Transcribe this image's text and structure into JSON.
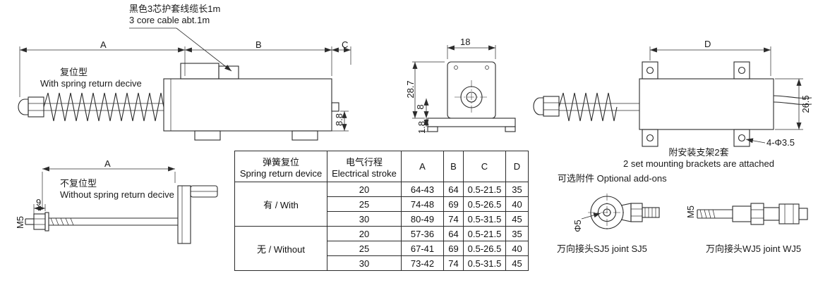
{
  "notes": {
    "cable_cn": "黑色3芯护套线缆长1m",
    "cable_en": "3 core cable abt.1m",
    "with_spring_cn": "复位型",
    "with_spring_en": "With spring return decive",
    "without_spring_cn": "不复位型",
    "without_spring_en": "Without spring return decive",
    "brackets_cn": "附安装支架2套",
    "brackets_en": "2 set mounting brackets are attached",
    "addons": "可选附件 Optional add-ons",
    "joint_sj5": "万向接头SJ5 joint SJ5",
    "joint_wj5": "万向接头WJ5 joint WJ5"
  },
  "dims": {
    "a_top": "A",
    "b_top": "B",
    "c_top": "C",
    "h_8_8": "8.8",
    "w_18": "18",
    "h_28_7": "28.7",
    "h_8": "8",
    "h_1_8": "1.8",
    "d_top": "D",
    "h_26_5": "26.5",
    "holes": "4-Φ3.5",
    "a_bottom": "A",
    "w_9": "9",
    "thread_m5": "M5",
    "phi_5": "Φ5",
    "wj5_m5": "M5"
  },
  "table": {
    "col_spring_cn": "弹簧复位",
    "col_spring_en": "Spring return device",
    "col_stroke_cn": "电气行程",
    "col_stroke_en": "Electrical stroke",
    "col_a": "A",
    "col_b": "B",
    "col_c": "C",
    "col_d": "D",
    "groups": [
      {
        "label": "有 / With",
        "rows": [
          {
            "stroke": "20",
            "a": "64-43",
            "b": "64",
            "c": "0.5-21.5",
            "d": "35"
          },
          {
            "stroke": "25",
            "a": "74-48",
            "b": "69",
            "c": "0.5-26.5",
            "d": "40"
          },
          {
            "stroke": "30",
            "a": "80-49",
            "b": "74",
            "c": "0.5-31.5",
            "d": "45"
          }
        ]
      },
      {
        "label": "无 / Without",
        "rows": [
          {
            "stroke": "20",
            "a": "57-36",
            "b": "64",
            "c": "0.5-21.5",
            "d": "35"
          },
          {
            "stroke": "25",
            "a": "67-41",
            "b": "69",
            "c": "0.5-26.5",
            "d": "40"
          },
          {
            "stroke": "30",
            "a": "73-42",
            "b": "74",
            "c": "0.5-31.5",
            "d": "45"
          }
        ]
      }
    ]
  },
  "colors": {
    "line": "#2b2b2b",
    "text": "#1a1a1a",
    "background": "#ffffff"
  }
}
